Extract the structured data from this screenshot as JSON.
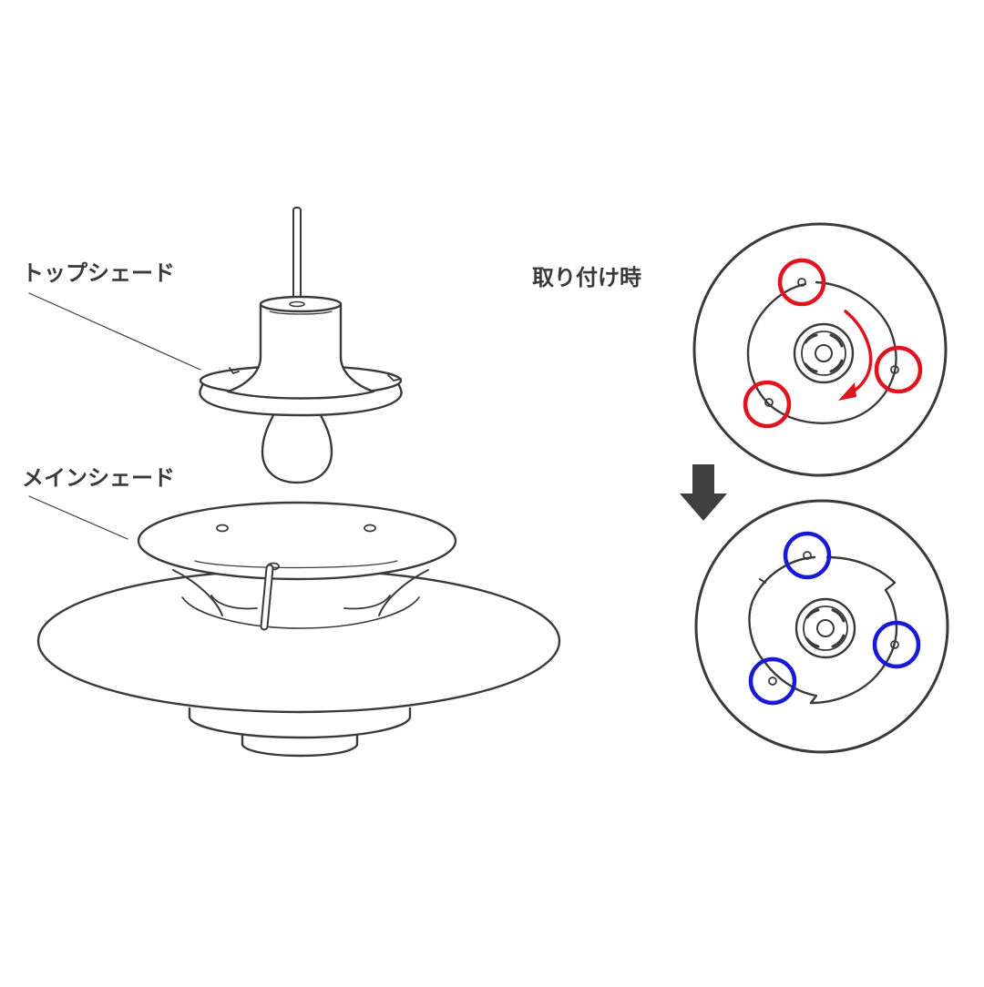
{
  "labels": {
    "top_shade": "トップシェード",
    "main_shade": "メインシェード",
    "attach_time": "取り付け時"
  },
  "colors": {
    "line": "#3a3a3a",
    "before_marker": "#e0141e",
    "after_marker": "#1a1ad6",
    "arrow": "#3f3f3f",
    "background": "#ffffff"
  }
}
